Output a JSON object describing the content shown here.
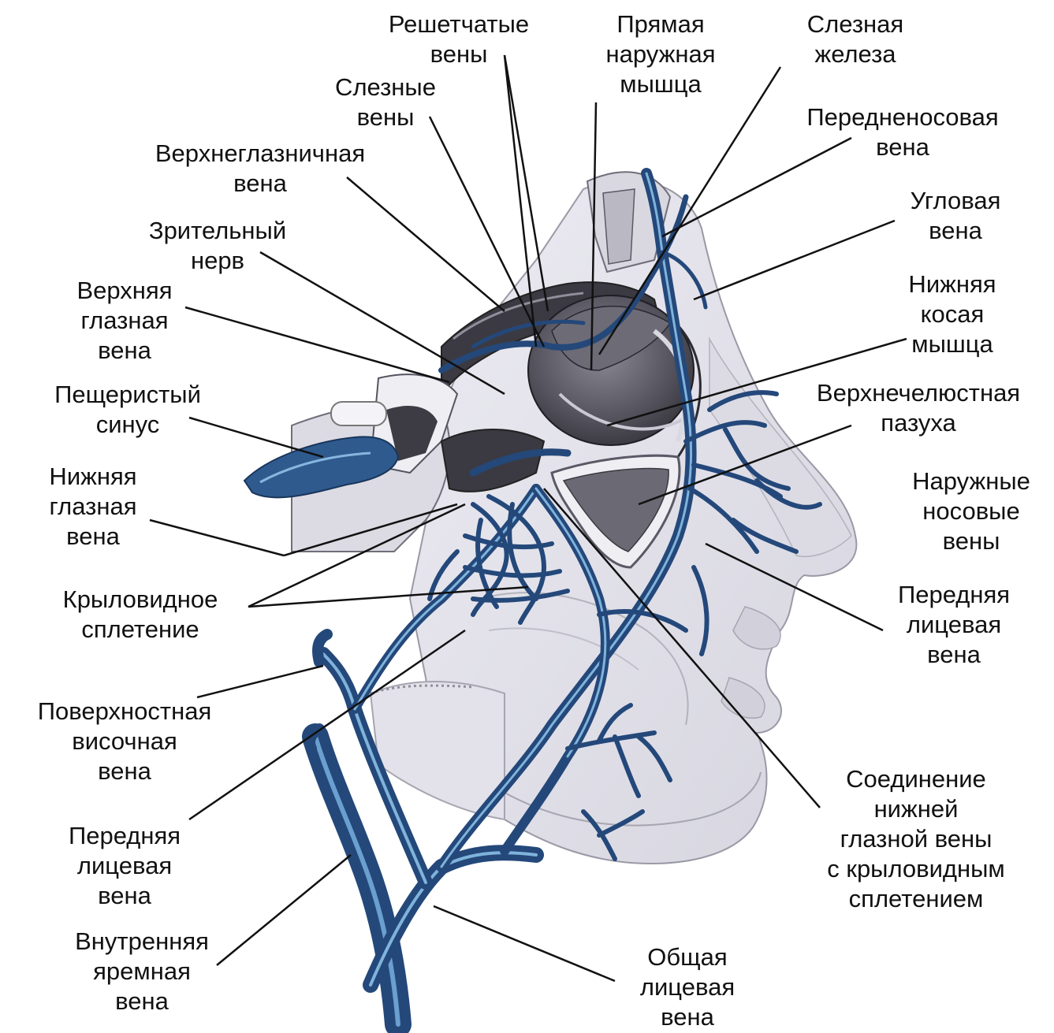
{
  "colors": {
    "vein": "#27538a",
    "vein_highlight": "#7fb3dc",
    "tissue": "#e7e6ef",
    "tissue_shade": "#c9c8d4",
    "muscle": "#6f6d78",
    "dark": "#2b2a31",
    "bone": "#f1efe8",
    "leader": "#111111"
  },
  "labels": [
    {
      "id": "ethmoidal-veins",
      "lines": [
        "Решетчатые",
        "вены"
      ]
    },
    {
      "id": "lateral-rectus",
      "lines": [
        "Прямая",
        "наружная",
        "мышца"
      ]
    },
    {
      "id": "lacrimal-gland",
      "lines": [
        "Слезная",
        "железа"
      ]
    },
    {
      "id": "lacrimal-veins",
      "lines": [
        "Слезные",
        "вены"
      ]
    },
    {
      "id": "anterior-nasal-vein",
      "lines": [
        "Передненосовая",
        "вена"
      ]
    },
    {
      "id": "supraorbital-vein",
      "lines": [
        "Верхнеглазничная",
        "вена"
      ]
    },
    {
      "id": "angular-vein",
      "lines": [
        "Угловая",
        "вена"
      ]
    },
    {
      "id": "optic-nerve",
      "lines": [
        "Зрительный",
        "нерв"
      ]
    },
    {
      "id": "superior-ophthalmic-vein",
      "lines": [
        "Верхняя",
        "глазная",
        "вена"
      ]
    },
    {
      "id": "inferior-oblique",
      "lines": [
        "Нижняя",
        "косая",
        "мышца"
      ]
    },
    {
      "id": "cavernous-sinus",
      "lines": [
        "Пещеристый",
        "синус"
      ]
    },
    {
      "id": "maxillary-sinus",
      "lines": [
        "Верхнечелюстная",
        "пазуха"
      ]
    },
    {
      "id": "inferior-ophthalmic-vein",
      "lines": [
        "Нижняя",
        "глазная",
        "вена"
      ]
    },
    {
      "id": "external-nasal-veins",
      "lines": [
        "Наружные",
        "носовые",
        "вены"
      ]
    },
    {
      "id": "pterygoid-plexus",
      "lines": [
        "Крыловидное",
        "сплетение"
      ]
    },
    {
      "id": "anterior-facial-vein-right",
      "lines": [
        "Передняя",
        "лицевая",
        "вена"
      ]
    },
    {
      "id": "superficial-temporal-vein",
      "lines": [
        "Поверхностная",
        "височная",
        "вена"
      ]
    },
    {
      "id": "anastomosis",
      "lines": [
        "Соединение",
        "нижней",
        "глазной вены",
        "с крыловидным",
        "сплетением"
      ]
    },
    {
      "id": "anterior-facial-vein-left",
      "lines": [
        "Передняя",
        "лицевая",
        "вена"
      ]
    },
    {
      "id": "internal-jugular-vein",
      "lines": [
        "Внутренняя",
        "яремная",
        "вена"
      ]
    },
    {
      "id": "common-facial-vein",
      "lines": [
        "Общая",
        "лицевая",
        "вена"
      ]
    }
  ]
}
